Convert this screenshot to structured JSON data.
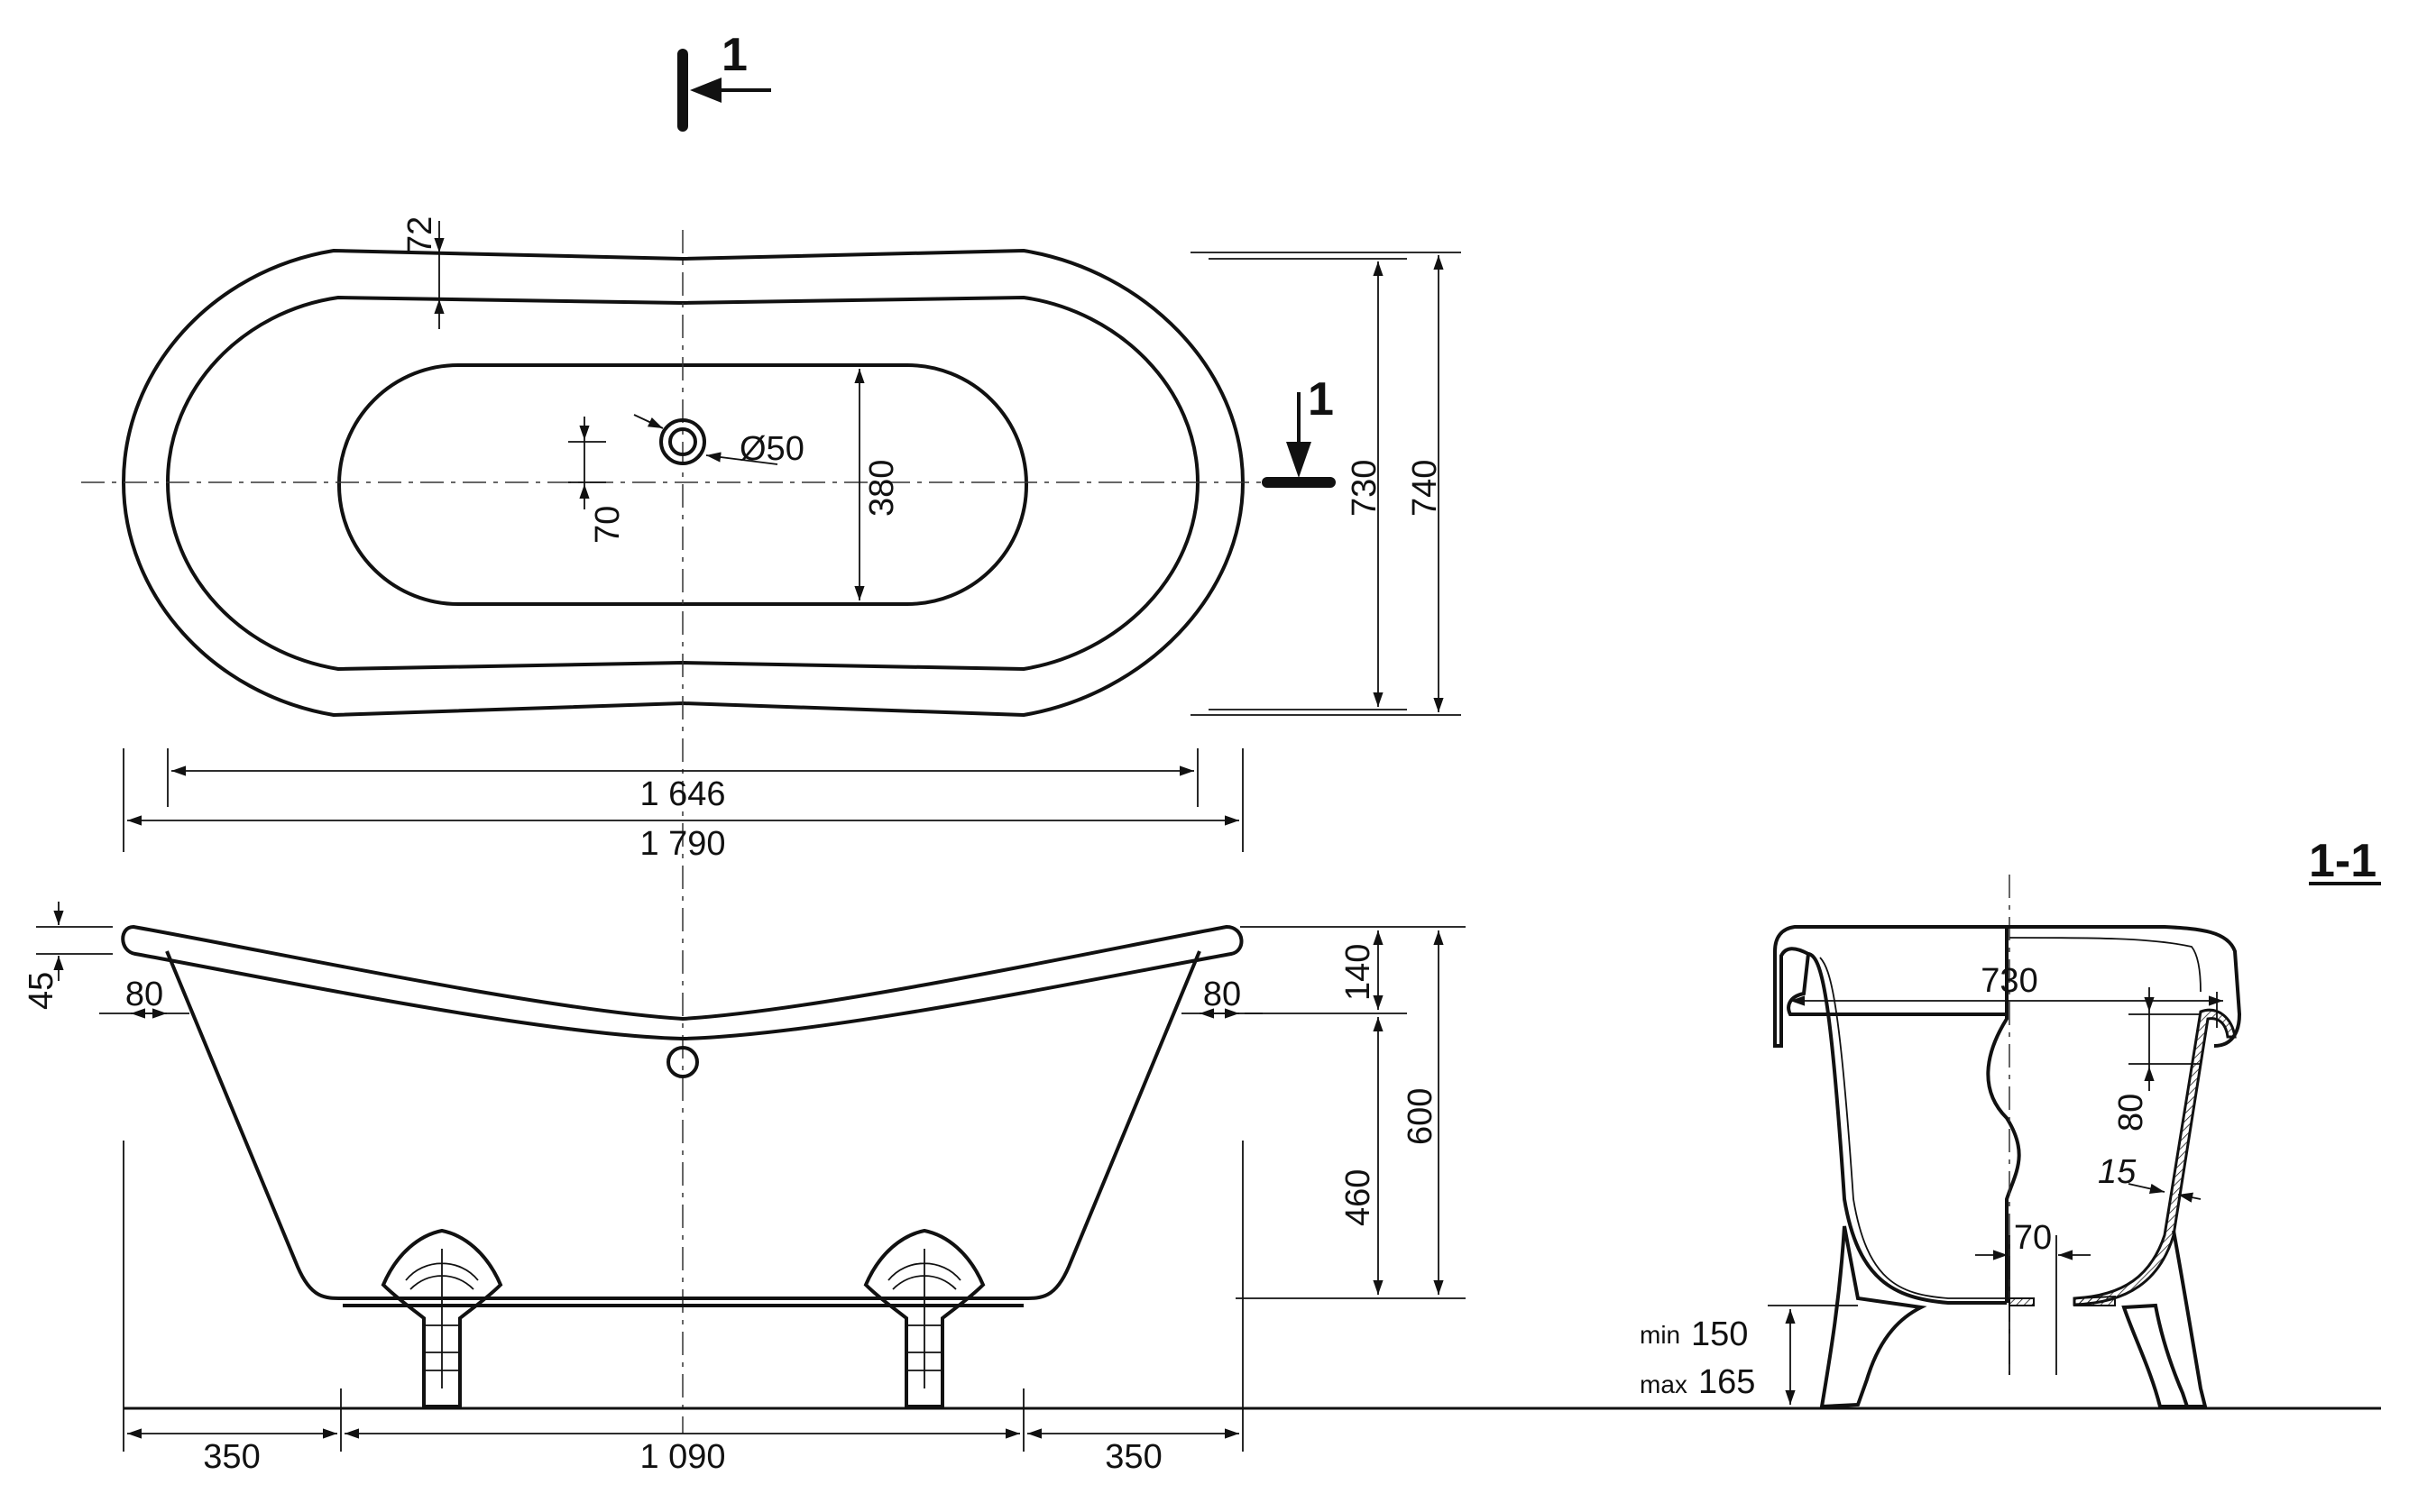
{
  "labels": {
    "section_mark": "1",
    "section_title": "1-1",
    "drain_diameter": "Ø50",
    "rim_width_top": "72",
    "drain_offset": "70",
    "inner_width": "380",
    "width_inner_rim": "730",
    "width_outer": "740",
    "length_inner": "1 646",
    "length_outer": "1 790",
    "rim_thickness": "45",
    "overhang_left": "80",
    "overhang_right": "80",
    "rim_drop": "140",
    "height_body": "460",
    "height_total": "600",
    "foot_offset_left": "350",
    "foot_spacing": "1 090",
    "foot_offset_right": "350",
    "section_width": "730",
    "section_rim": "80",
    "section_wall": "15",
    "section_floor": "70",
    "clearance_min_label": "min",
    "clearance_min": "150",
    "clearance_max_label": "max",
    "clearance_max": "165"
  }
}
